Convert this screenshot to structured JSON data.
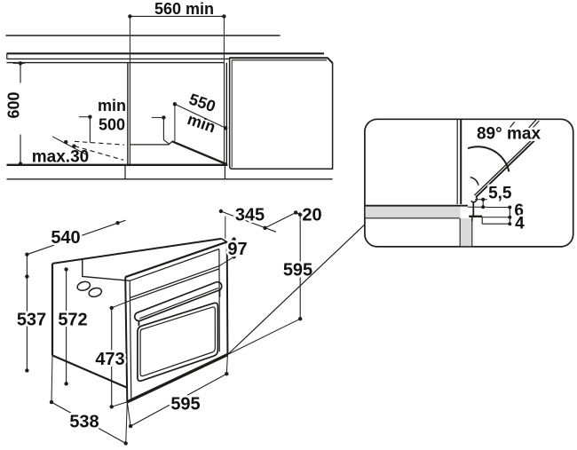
{
  "figure": {
    "type": "appliance-installation-diagram",
    "subject": "built-in oven niche and cabinet dimensions (mm)",
    "colors": {
      "line": "#1d1d1b",
      "text": "#111111",
      "shading": "#dadada",
      "background": "#ffffff"
    }
  },
  "labels": {
    "cabinet_front_view": {
      "niche_width_min": "560 min",
      "niche_height": "600",
      "floor_support_min_word": "min",
      "floor_support_min_value": "500",
      "plinth_recess_max": "max.30",
      "niche_depth_value": "550",
      "niche_depth_unit": "min"
    },
    "oven_view": {
      "top_depth": "540",
      "rear_top_clearance": "345",
      "rear_gap": "20",
      "control_panel_height": "97",
      "front_height": "595",
      "side_height_rear": "537",
      "body_height": "572",
      "door_height": "473",
      "bottom_depth": "538",
      "front_width": "595"
    },
    "corner_detail_view": {
      "door_opening_angle_max": "89° max",
      "door_to_worktop_gap": "5,5",
      "upper_clearance": "6",
      "lower_clearance": "4"
    }
  }
}
